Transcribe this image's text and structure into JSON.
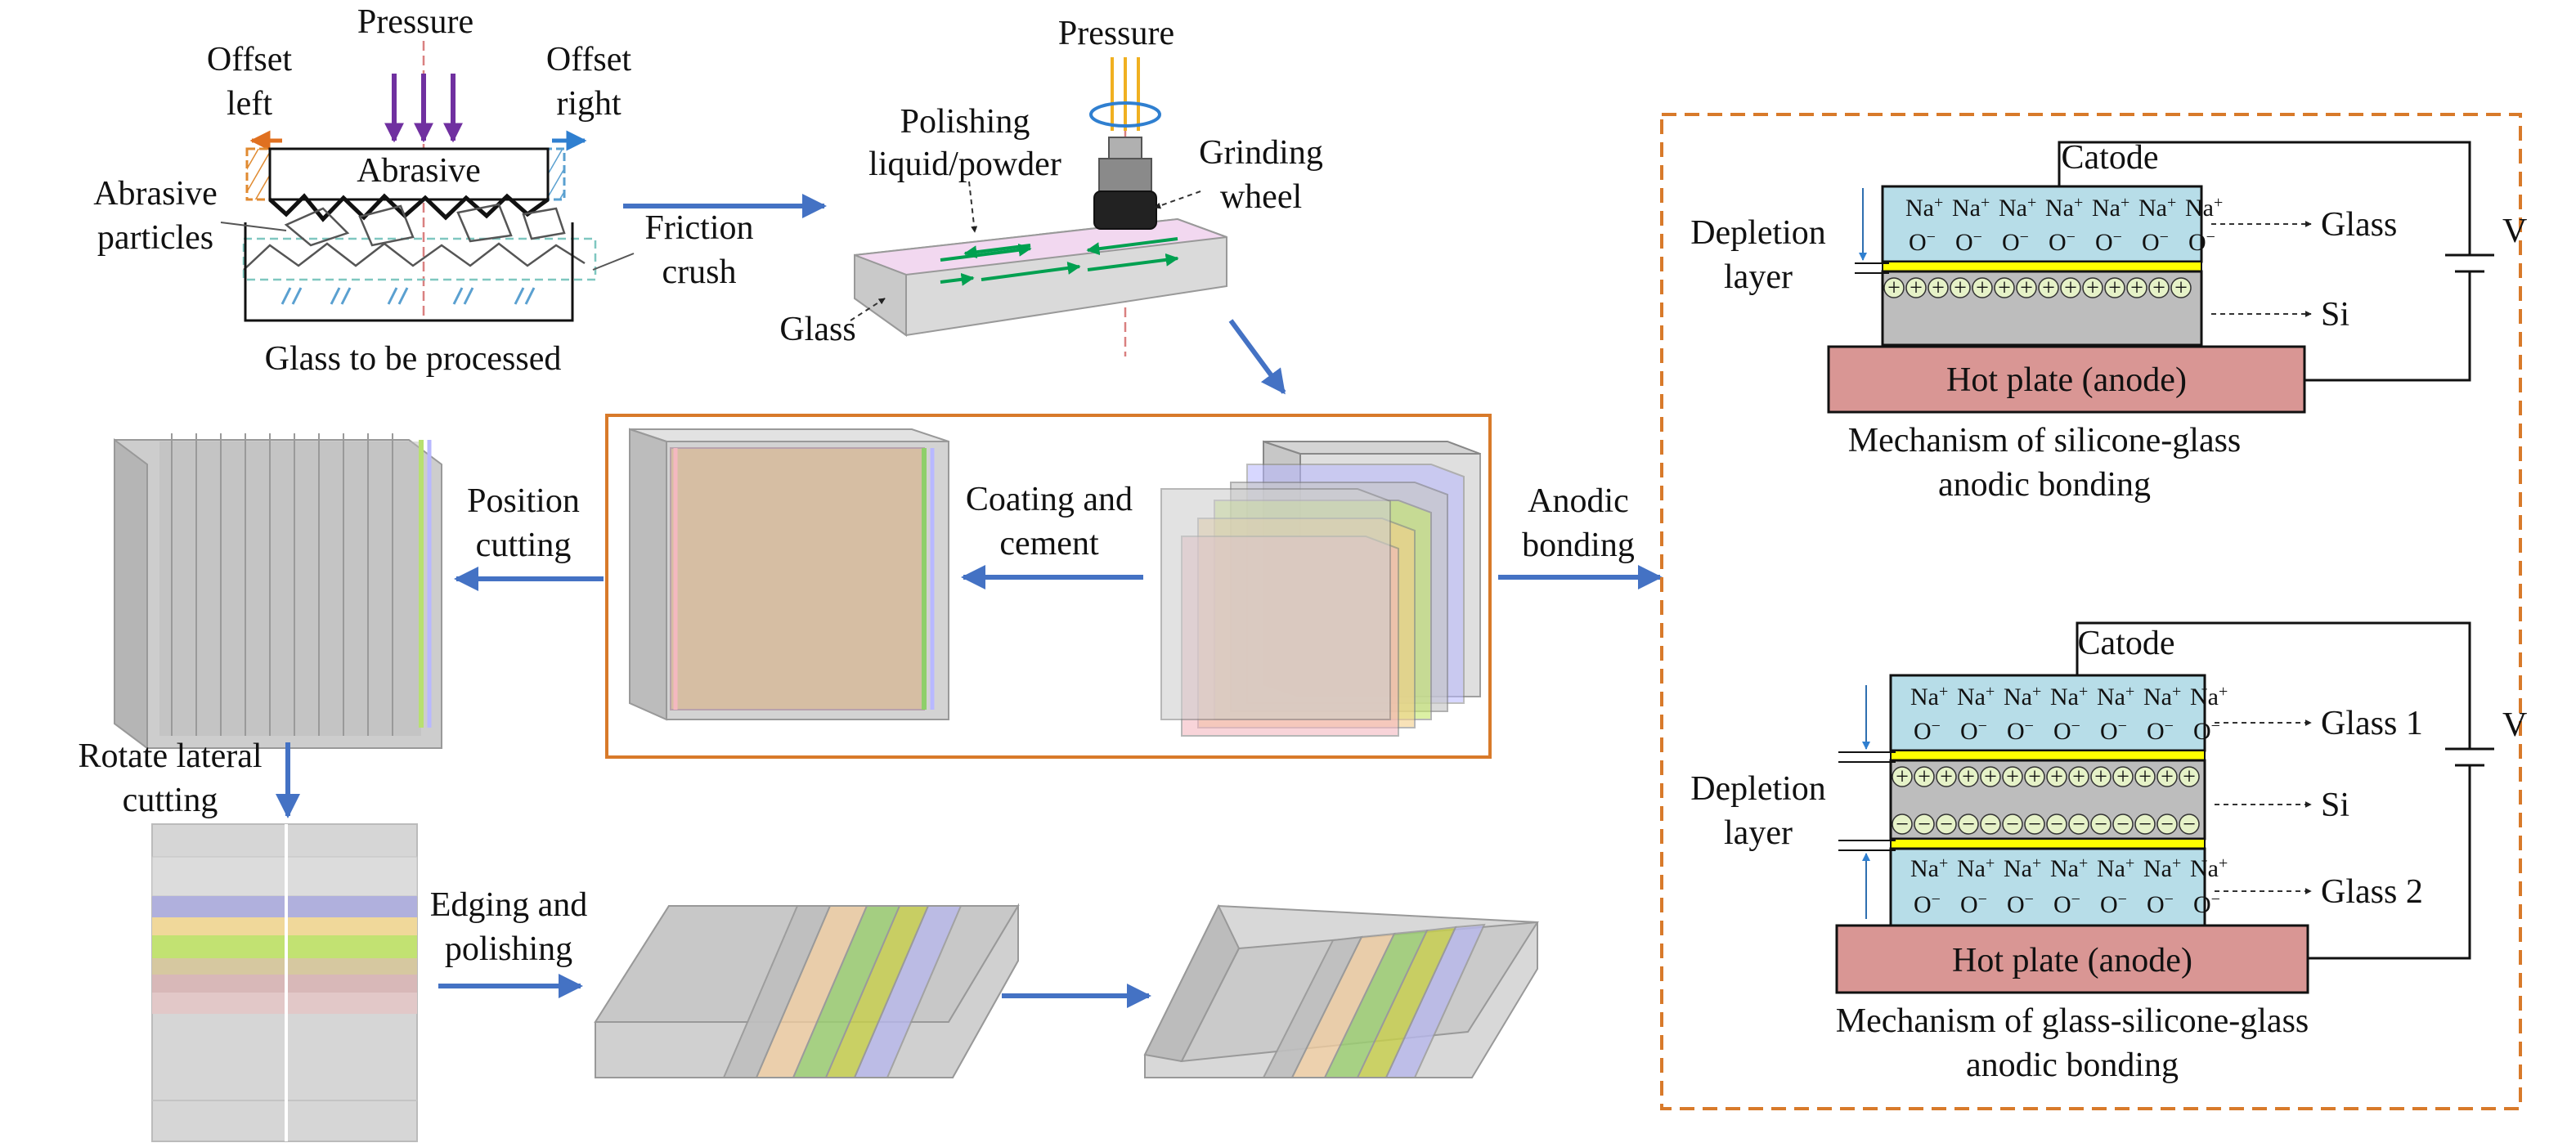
{
  "process": {
    "pressure_top_left": "Pressure",
    "offset_left": [
      "Offset",
      "left"
    ],
    "offset_right": [
      "Offset",
      "right"
    ],
    "abrasive": "Abrasive",
    "abrasive_particles": [
      "Abrasive",
      "particles"
    ],
    "friction_crush": [
      "Friction",
      "crush"
    ],
    "glass_to_be_processed": "Glass to be processed",
    "pressure_top_mid": "Pressure",
    "polishing": [
      "Polishing",
      "liquid/powder"
    ],
    "grinding_wheel": [
      "Grinding",
      "wheel"
    ],
    "glass": "Glass",
    "coating_and_cement": [
      "Coating and",
      "cement"
    ],
    "position_cutting": [
      "Position",
      "cutting"
    ],
    "anodic_bonding": [
      "Anodic",
      "bonding"
    ],
    "rotate_lateral_cutting": [
      "Rotate lateral",
      "cutting"
    ],
    "edging_and_polishing": [
      "Edging and",
      "polishing"
    ]
  },
  "bonding1": {
    "catode": "Catode",
    "voltage": "V",
    "ion_na": "Na",
    "ion_o": "O",
    "sup_plus": "+",
    "sup_minus": "−",
    "plus_sym": "+",
    "glass_label": "Glass",
    "si_label": "Si",
    "depletion": [
      "Depletion",
      "layer"
    ],
    "hot_plate": "Hot plate (anode)",
    "caption": [
      "Mechanism of silicone-glass",
      "anodic bonding"
    ]
  },
  "bonding2": {
    "catode": "Catode",
    "voltage": "V",
    "minus_sym": "−",
    "glass1_label": "Glass 1",
    "si_label": "Si",
    "glass2_label": "Glass 2",
    "depletion": [
      "Depletion",
      "layer"
    ],
    "hot_plate": "Hot plate (anode)",
    "caption": [
      "Mechanism of glass-silicone-glass",
      "anodic bonding"
    ]
  },
  "colors": {
    "arrow": "#4472c4",
    "orange_frame": "#d87a2a",
    "glass_ion": "#b7dde8",
    "si_gray": "#bdbdbd",
    "yellow": "#ffff00",
    "hot_plate": "#d99694",
    "pressure_arrow": "#7030a0"
  }
}
